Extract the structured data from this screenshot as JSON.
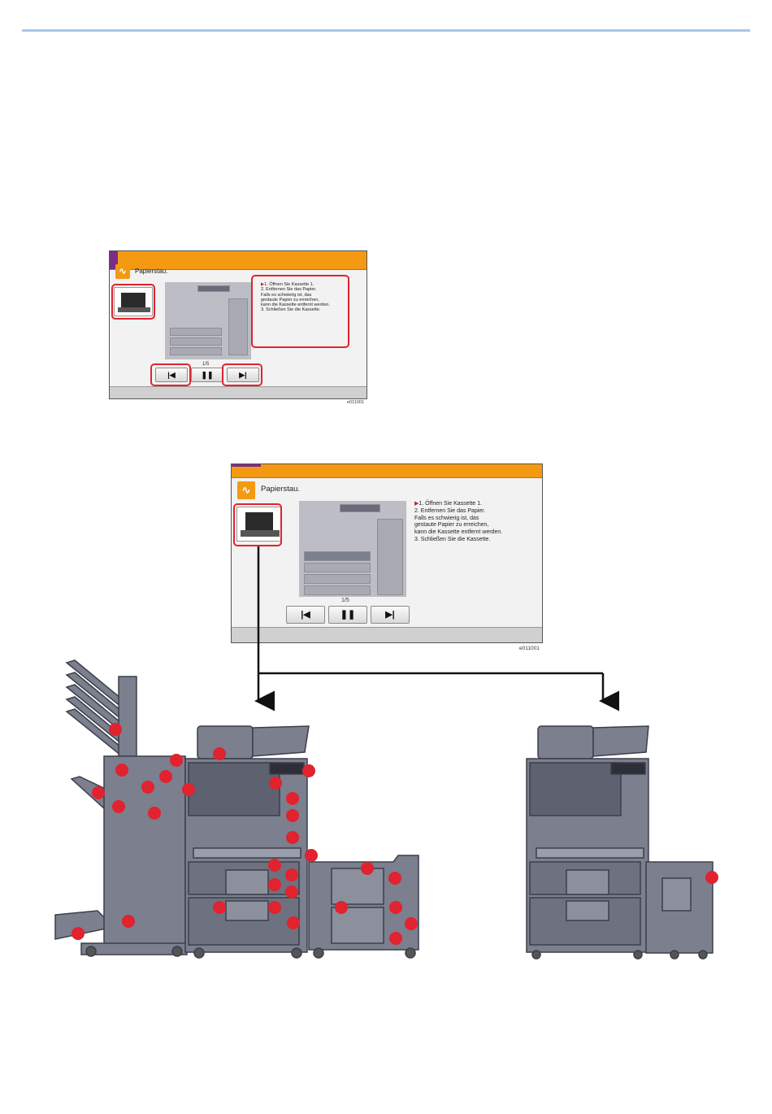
{
  "panel_small": {
    "title": "Papierstau.",
    "instructions": "1. Öffnen Sie Kassette 1.\n2. Entfernen Sie das Papier.\nFalls es schwierig ist, das\ngestaute Papier zu erreichen,\nkann die Kassette entfernt werden.\n3. Schließen Sie die Kassette.",
    "pager": "1/5",
    "prev_icon": "skip-back-icon",
    "pause_icon": "pause-icon",
    "next_icon": "skip-forward-icon",
    "caption_id": "e011001"
  },
  "panel_large": {
    "title": "Papierstau.",
    "instructions": "1. Öffnen Sie Kassette 1.\n2. Entfernen Sie das Papier.\nFalls es schwierig ist, das\ngestaute Papier zu erreichen,\nkann die Kassette entfernt werden.\n3. Schließen Sie die Kassette.",
    "pager": "1/5",
    "caption_id": "e011001"
  },
  "colors": {
    "accent": "#f39a12",
    "highlight": "#e0232f",
    "rule": "#a9c7e8",
    "machine": "#7b7f8e"
  }
}
